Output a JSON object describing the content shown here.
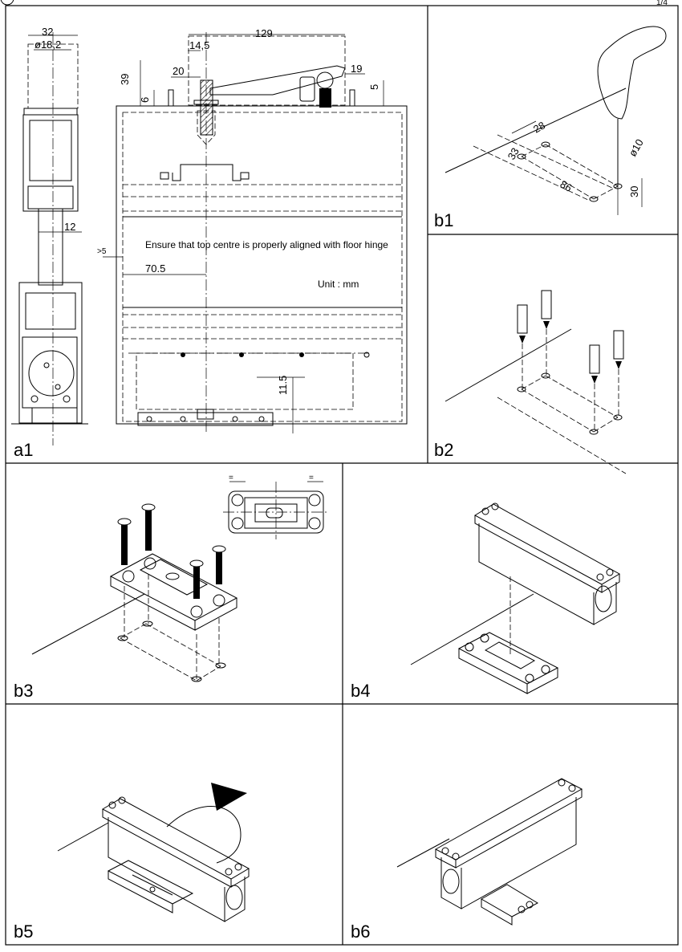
{
  "page_number": "1/4",
  "panels": {
    "a1": "a1",
    "b1": "b1",
    "b2": "b2",
    "b3": "b3",
    "b4": "b4",
    "b5": "b5",
    "b6": "b6"
  },
  "a1": {
    "note_alignment": "Ensure that top centre is properly aligned with floor hinge",
    "note_unit": "Unit : mm",
    "dims": {
      "d32": "32",
      "d18_2": "ø18,2",
      "d129": "129",
      "d14_5": "14,5",
      "d39": "39",
      "d6": "6",
      "d20": "20",
      "d19": "19",
      "d5": "5",
      "d12": "12",
      "d_ge5": ">5",
      "d70_5": "70.5",
      "d11_5": "11.5"
    }
  },
  "b1": {
    "dims": {
      "d28": "28",
      "d33": "33",
      "d86": "86",
      "d10": "ø10",
      "d30": "30"
    }
  },
  "b3": {
    "eq": "="
  }
}
